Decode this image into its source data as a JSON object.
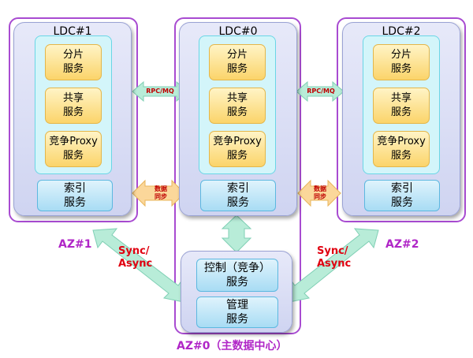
{
  "ldc1": {
    "title": "LDC#1",
    "shard": "分片\n服务",
    "share": "共享\n服务",
    "proxy": "竞争Proxy\n服务",
    "index": "索引\n服务"
  },
  "ldc0": {
    "title": "LDC#0",
    "shard": "分片\n服务",
    "share": "共享\n服务",
    "proxy": "竞争Proxy\n服务",
    "index": "索引\n服务"
  },
  "ldc2": {
    "title": "LDC#2",
    "shard": "分片\n服务",
    "share": "共享\n服务",
    "proxy": "竞争Proxy\n服务",
    "index": "索引\n服务"
  },
  "center": {
    "control": "控制（竞争）\n服务",
    "manage": "管理\n服务"
  },
  "labels": {
    "rpc_left": "RPC/MQ",
    "rpc_right": "RPC/MQ",
    "data_sync_left": "数据\n同步",
    "data_sync_right": "数据\n同步",
    "sync_left": "Sync/\nAsync",
    "sync_right": "Sync/\nAsync",
    "az1": "AZ#1",
    "az2": "AZ#2",
    "az0": "AZ#0（主数据中心）"
  },
  "colors": {
    "az_border": "#a84bd1",
    "arrow_green": "#b8ecd8",
    "arrow_orange": "#fbd79a",
    "label_red": "#e00010"
  }
}
